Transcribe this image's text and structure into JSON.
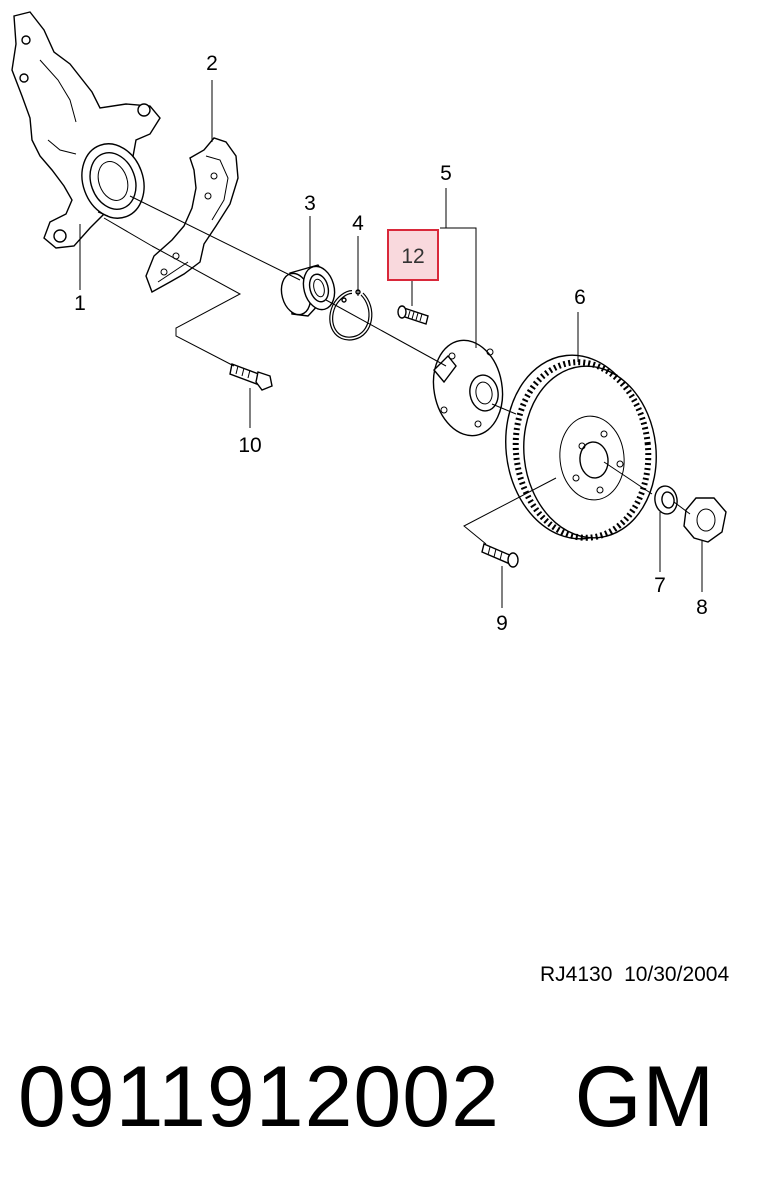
{
  "diagram": {
    "callouts": [
      "1",
      "2",
      "3",
      "4",
      "5",
      "6",
      "7",
      "8",
      "9",
      "10",
      "12"
    ],
    "highlighted_callout": "12",
    "highlight_color": "#d9283a",
    "highlight_fill": "#f9d9dd"
  },
  "footer": {
    "drawing_ref": "RJ4130",
    "date": "10/30/2004",
    "part_number": "0911912002",
    "brand": "GM"
  }
}
